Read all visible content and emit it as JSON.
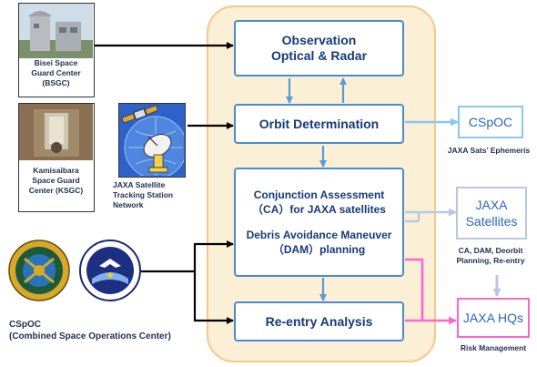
{
  "process": {
    "observation": {
      "line1": "Observation",
      "line2": "Optical & Radar"
    },
    "orbit": {
      "label": "Orbit Determination"
    },
    "conjunction": {
      "line1": "Conjunction Assessment",
      "line2": "（CA）for JAXA satellites",
      "line3": "Debris Avoidance Maneuver",
      "line4": "（DAM）planning"
    },
    "reentry": {
      "label": "Re-entry Analysis"
    }
  },
  "sources": {
    "bsgc": {
      "caption": [
        "Bisei Space",
        "Guard Center",
        "(BSGC)"
      ]
    },
    "ksgc": {
      "caption": [
        "Kamisaibara",
        "Space Guard",
        "Center (KSGC)"
      ]
    },
    "tracking": {
      "caption": [
        "JAXA Satellite",
        "Tracking Station",
        "Network"
      ]
    },
    "cspoc": {
      "line1": "CSpOC",
      "line2": "(Combined Space Operations Center)"
    }
  },
  "outputs": {
    "cspoc": {
      "label": "CSpOC",
      "note": "JAXA Sats’ Ephemeris"
    },
    "satellites": {
      "line1": "JAXA",
      "line2": "Satellites",
      "note1": "CA, DAM, Deorbit",
      "note2": "Planning, Re-entry"
    },
    "hqs": {
      "label": "JAXA HQs",
      "note": "Risk Management"
    }
  },
  "colors": {
    "panel_fill": "#fbefd6",
    "panel_border": "#f2c98a",
    "process_border": "#4a8ad6",
    "arrow_blue": "#5b9bd5",
    "arrow_black": "#000000",
    "arrow_lightblue": "#8cc6ee",
    "arrow_grayblue": "#b7c9e2",
    "arrow_magenta": "#ff66cc",
    "cspoc_border": "#8cc6ee",
    "hqs_border": "#ff66cc"
  },
  "icons": [
    "observatory-photo",
    "telescope-photo",
    "satellite-dish-icon",
    "cspoc-emblem",
    "space-wing-emblem"
  ]
}
